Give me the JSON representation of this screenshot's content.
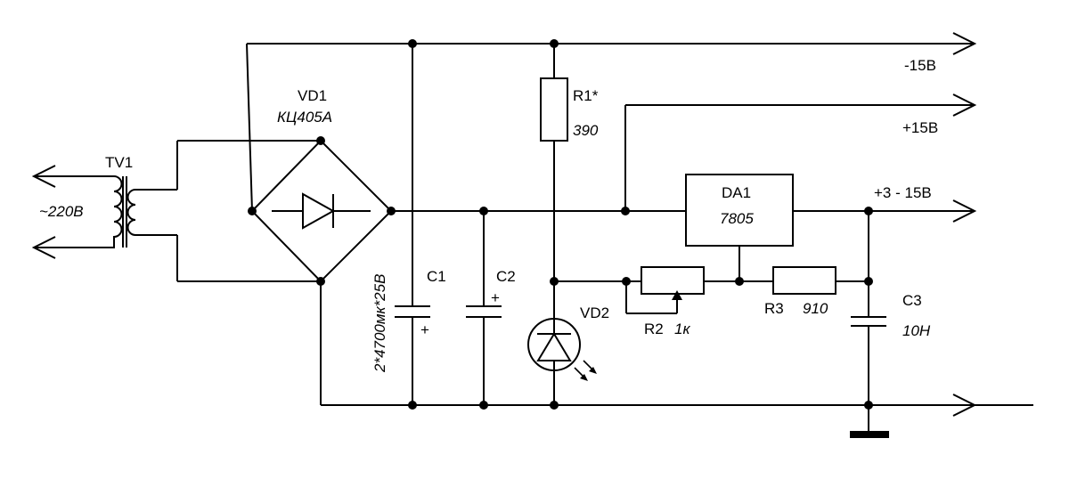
{
  "outputs": {
    "minus15": "-15В",
    "plus15": "+15В",
    "adjustable": "+3 - 15В"
  },
  "mains": {
    "voltage": "~220В"
  },
  "transformer": {
    "ref": "TV1"
  },
  "bridge": {
    "ref": "VD1",
    "type": "КЦ405А"
  },
  "caps_rating": "2*4700мк*25В",
  "c1": {
    "ref": "C1"
  },
  "c2": {
    "ref": "C2"
  },
  "polarity_mark": "+",
  "r1": {
    "ref": "R1*",
    "value": "390"
  },
  "vd2": {
    "ref": "VD2"
  },
  "r2": {
    "ref": "R2",
    "value": "1к"
  },
  "r3": {
    "ref": "R3",
    "value": "910"
  },
  "c3": {
    "ref": "C3",
    "value": "10Н"
  },
  "regulator": {
    "ref": "DA1",
    "type": "7805"
  }
}
